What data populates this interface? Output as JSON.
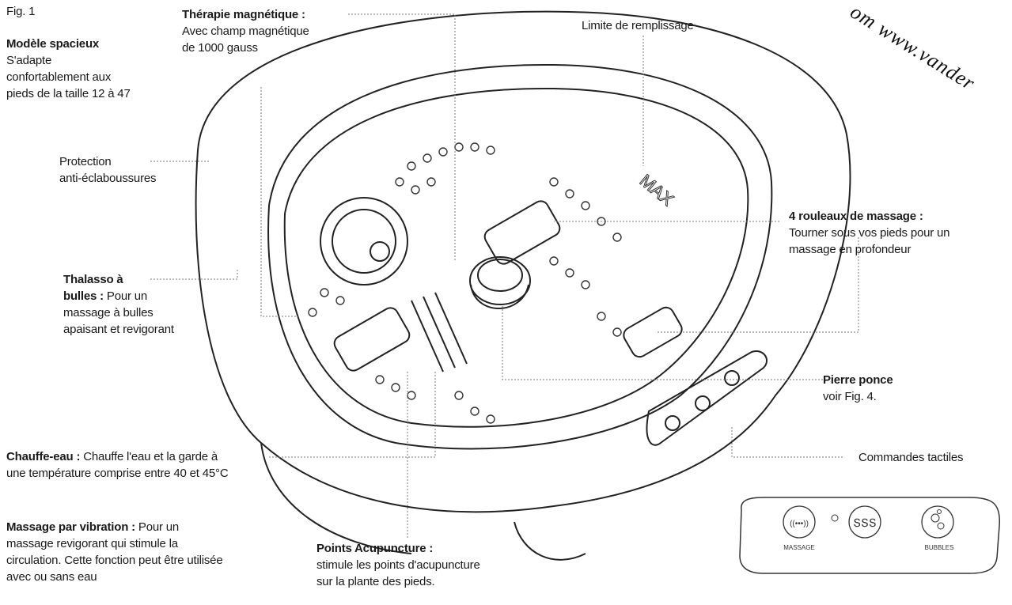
{
  "figure_label": "Fig. 1",
  "watermark": "om www.vander",
  "labels": {
    "spacious": {
      "title": "Modèle spacieux",
      "lines": [
        "S'adapte",
        "confortablement aux",
        "pieds de la taille 12 à 47"
      ]
    },
    "magnetic": {
      "title": "Thérapie magnétique :",
      "lines": [
        "Avec champ magnétique",
        "de 1000 gauss"
      ]
    },
    "fill_limit": {
      "title": "Limite de remplissage"
    },
    "splash": {
      "lines": [
        "Protection",
        "anti-éclaboussures"
      ]
    },
    "rollers": {
      "title": "4 rouleaux de massage :",
      "lines": [
        "Tourner sous vos pieds pour un",
        "massage en profondeur"
      ]
    },
    "thalasso": {
      "title_a": "Thalasso à",
      "title_b": "bulles :",
      "inline": " Pour un",
      "lines": [
        "massage à bulles",
        "apaisant et revigorant"
      ]
    },
    "pumice": {
      "title": "Pierre ponce",
      "lines": [
        "voir Fig. 4."
      ]
    },
    "heater": {
      "title": "Chauffe-eau :",
      "inline": " Chauffe l'eau et la garde à",
      "lines": [
        "une température comprise entre 40 et 45°C"
      ]
    },
    "touch": {
      "title": "Commandes tactiles"
    },
    "vibration": {
      "title": "Massage par vibration :",
      "inline": " Pour un",
      "lines": [
        "massage revigorant qui stimule la",
        "circulation. Cette fonction peut être utilisée",
        "avec ou sans eau"
      ]
    },
    "acupuncture": {
      "title": "Points Acupuncture :",
      "lines": [
        "stimule les points d'acupuncture",
        "sur la plante des pieds."
      ]
    }
  },
  "brand": "MAX",
  "panel": {
    "massage": "MASSAGE",
    "bubbles": "BUBBLES"
  }
}
